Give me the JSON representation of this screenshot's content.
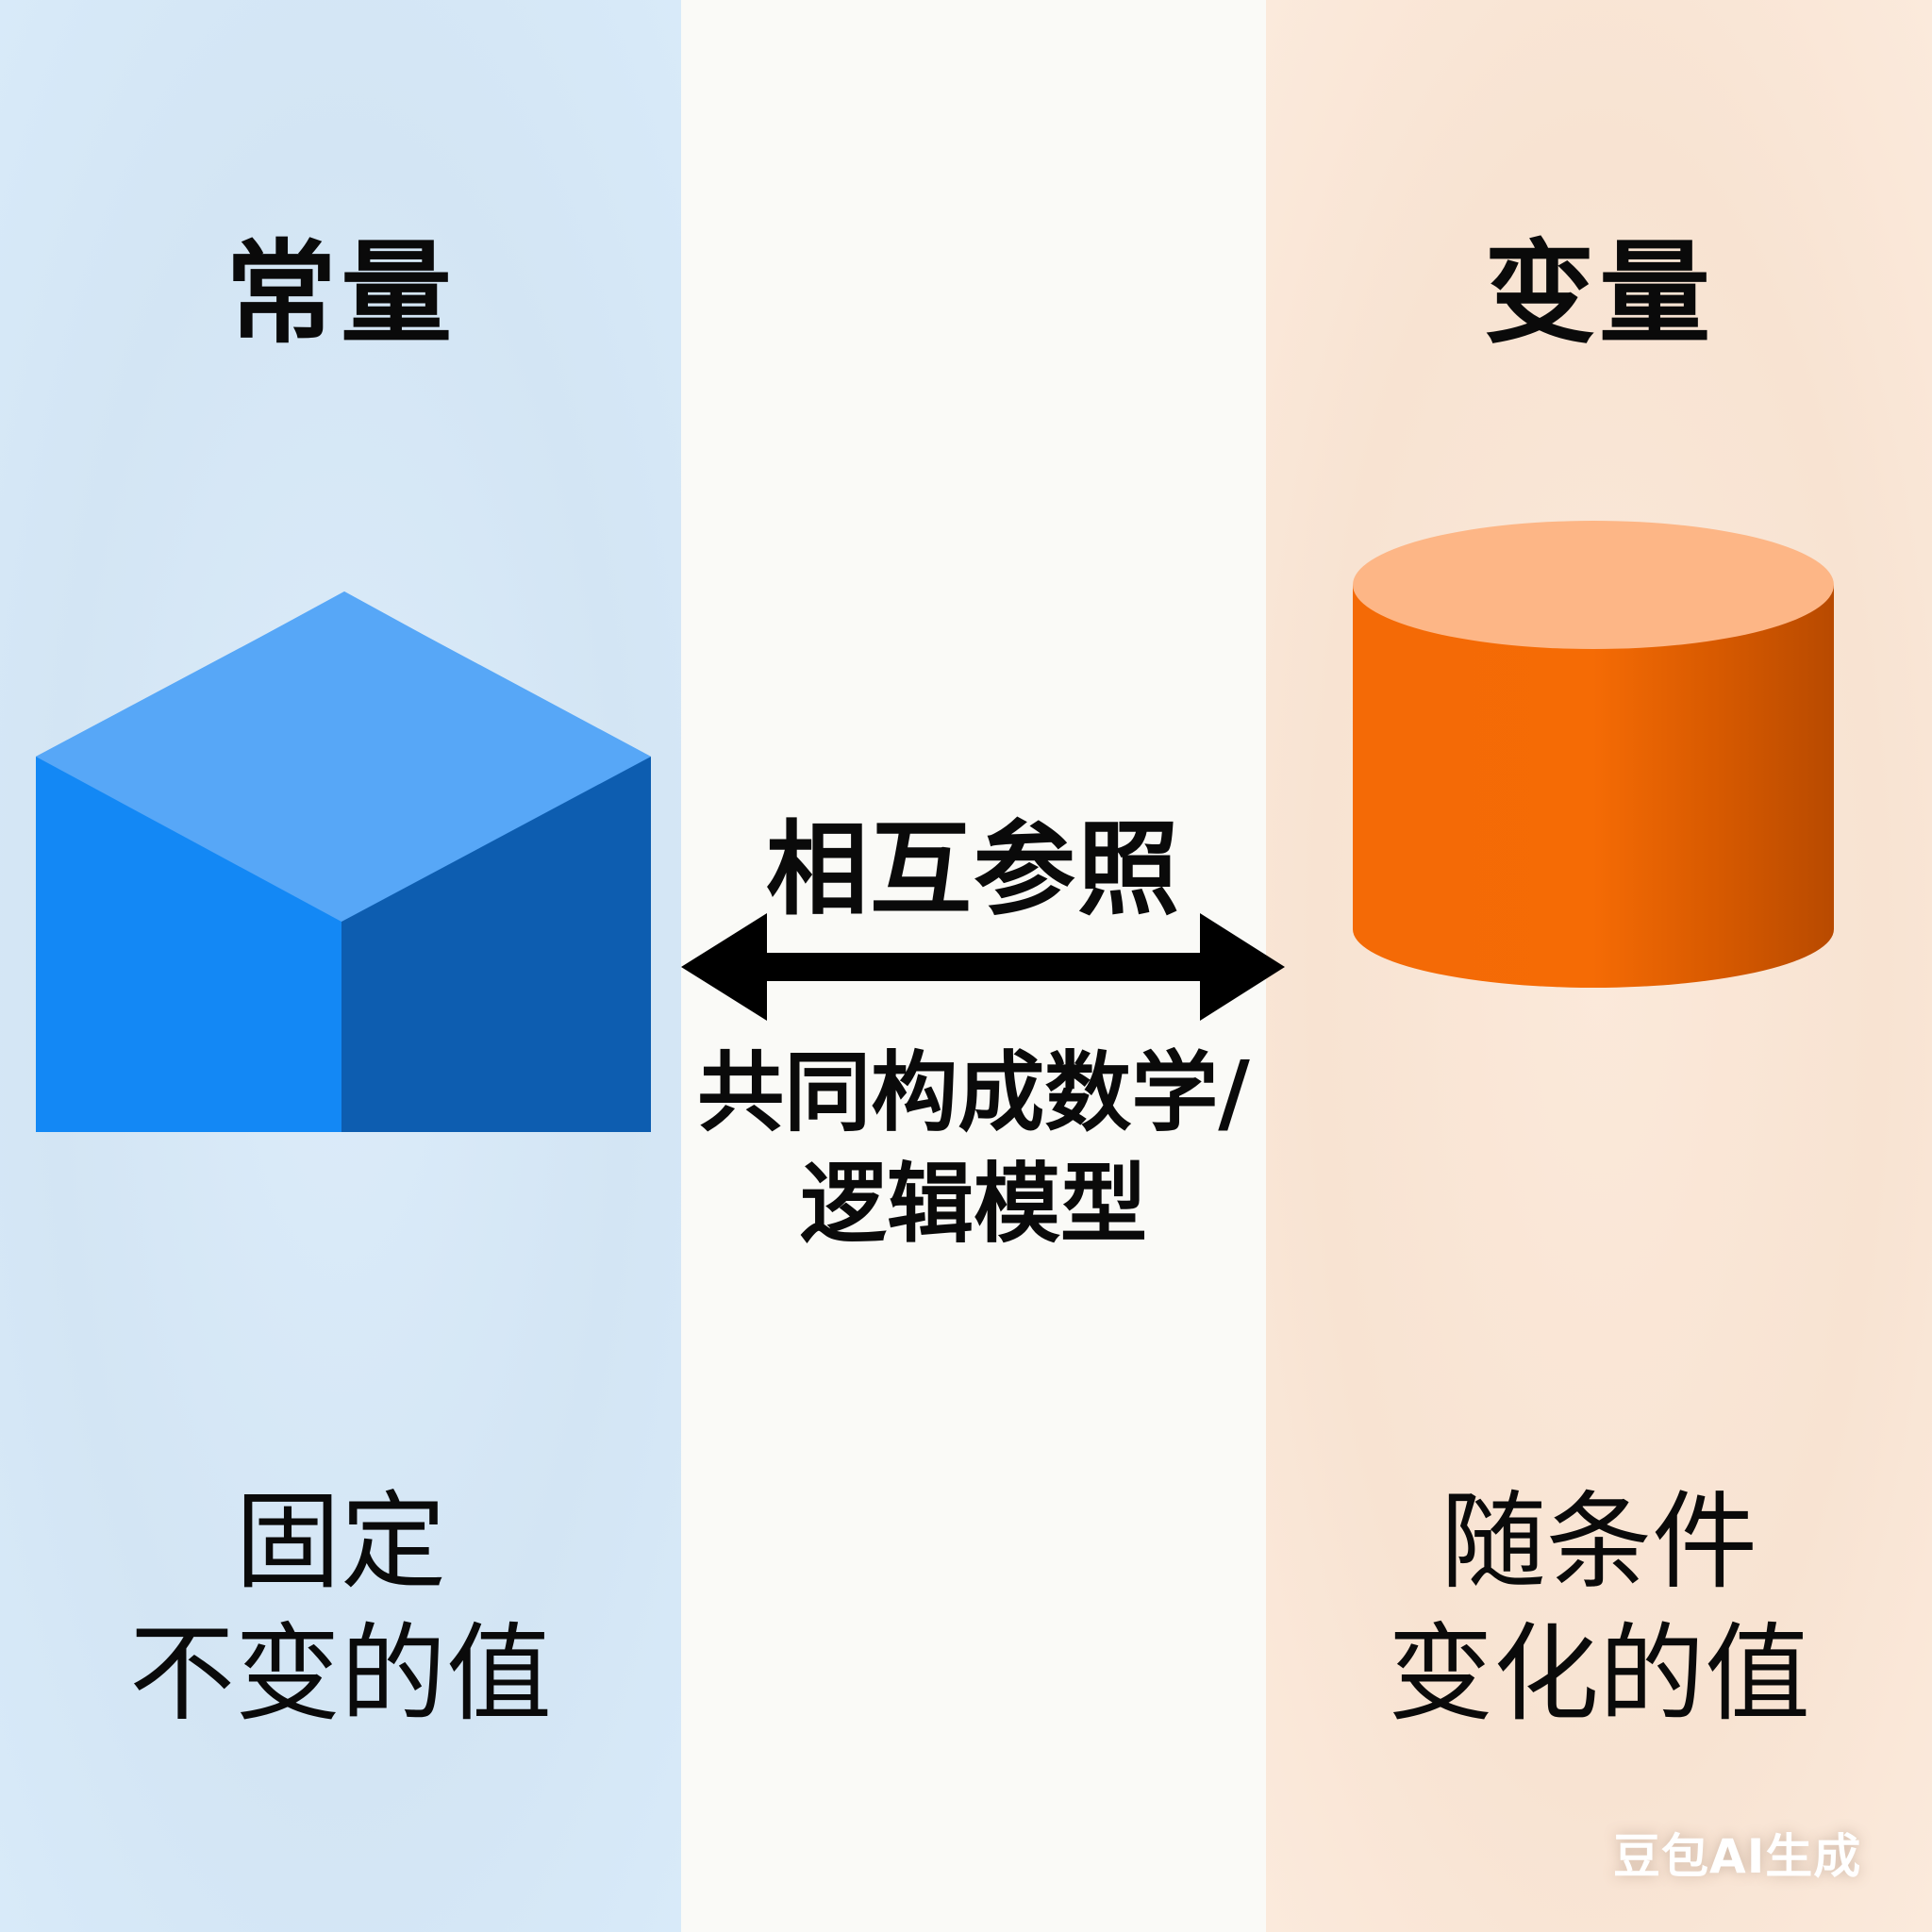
{
  "left_panel": {
    "title": "常量",
    "desc_line1": "固定",
    "desc_line2": "不变的值",
    "shape": "cube",
    "colors": {
      "background": "#d6e8f7",
      "cube_top": "#58a8f8",
      "cube_left": "#1087f4",
      "cube_right": "#0e5cac"
    }
  },
  "middle_panel": {
    "title": "相互参照",
    "arrow": "double-headed-arrow",
    "desc_line1": "共同构成数学/",
    "desc_line2": "逻辑模型",
    "colors": {
      "background": "#fafaf7",
      "arrow": "#000000"
    }
  },
  "right_panel": {
    "title": "变量",
    "desc_line1": "随条件",
    "desc_line2": "变化的值",
    "shape": "cylinder",
    "colors": {
      "background": "#f9e5d5",
      "cylinder_top": "#fdb686",
      "cylinder_body_light": "#f86b08",
      "cylinder_body_dark": "#b84a00"
    }
  },
  "watermark": {
    "text": "豆包AI生成"
  }
}
